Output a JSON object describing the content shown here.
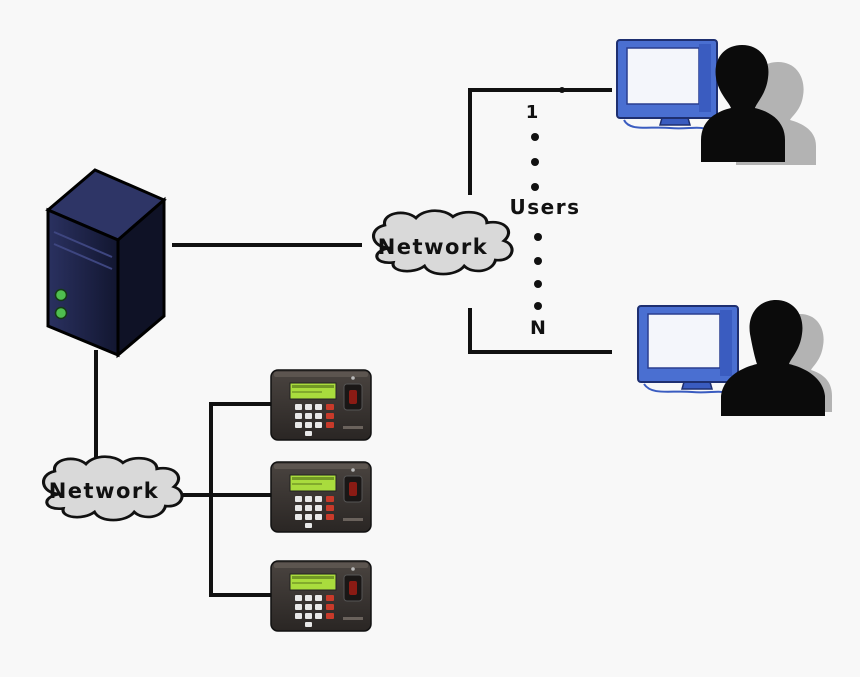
{
  "clouds": {
    "top_label": "Network",
    "bottom_label": "Network"
  },
  "users": {
    "first_label": "1",
    "middle_label": "Users",
    "last_label": "N"
  },
  "colors": {
    "line": "#111111",
    "cloud_fill": "#d9d9d9",
    "server_body": "#1b2140",
    "server_led": "#4fbe4f",
    "monitor_frame": "#4a6fd1",
    "monitor_screen": "#f4f6fb",
    "person_front": "#0b0b0b",
    "person_back": "#b3b3b3",
    "device_body": "#3a3532",
    "device_lcd": "#a9dc3d"
  },
  "icons": [
    "server-icon",
    "cloud-icon",
    "monitor-icon",
    "user-silhouette-icon",
    "attendance-terminal-icon"
  ]
}
